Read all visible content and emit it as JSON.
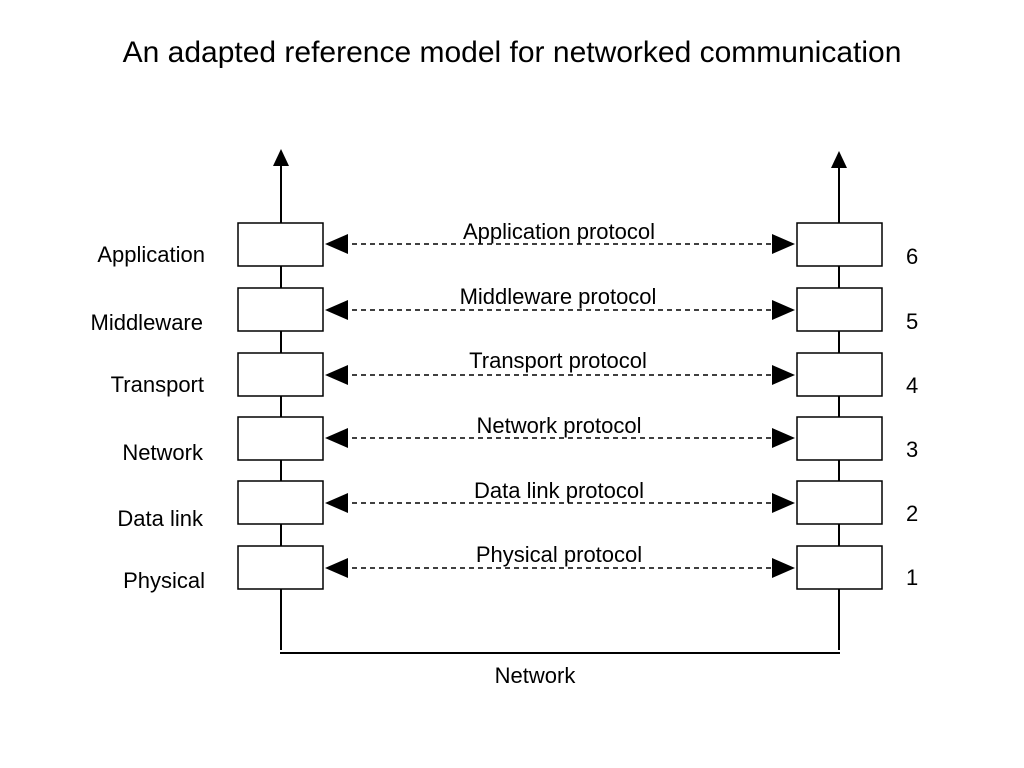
{
  "title": "An adapted reference model for networked communication",
  "layers": [
    {
      "name": "Application",
      "protocol": "Application protocol",
      "number": "6"
    },
    {
      "name": "Middleware",
      "protocol": "Middleware protocol",
      "number": "5"
    },
    {
      "name": "Transport",
      "protocol": "Transport protocol",
      "number": "4"
    },
    {
      "name": "Network",
      "protocol": "Network protocol",
      "number": "3"
    },
    {
      "name": "Data link",
      "protocol": "Data link protocol",
      "number": "2"
    },
    {
      "name": "Physical",
      "protocol": "Physical protocol",
      "number": "1"
    }
  ],
  "network_label": "Network",
  "colors": {
    "line": "#000000",
    "box_fill": "#ffffff",
    "background": "#ffffff"
  }
}
